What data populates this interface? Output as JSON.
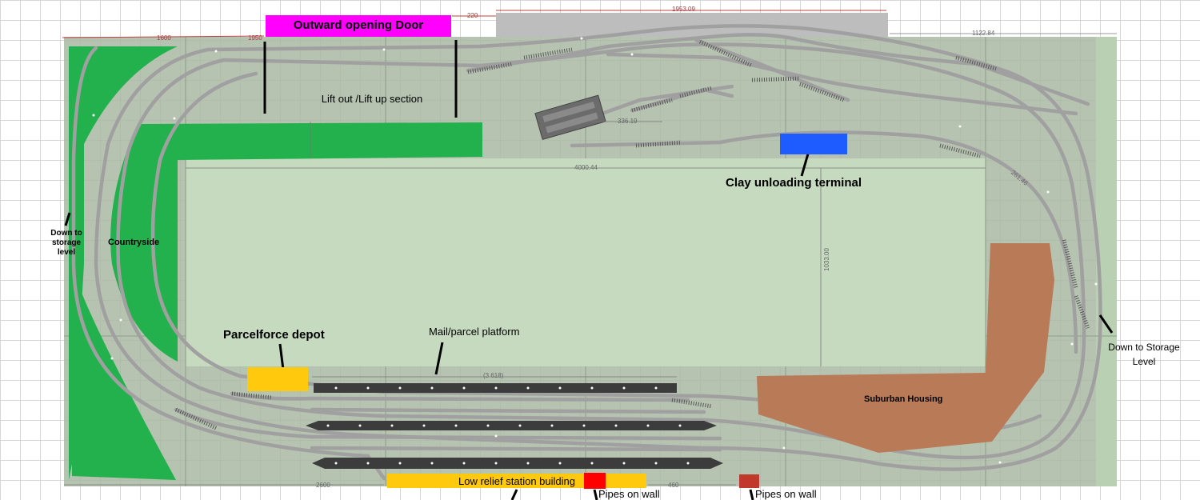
{
  "labels": {
    "door": "Outward opening Door",
    "lift": "Lift out /Lift up section",
    "clay": "Clay unloading terminal",
    "down_left": "Down to storage level",
    "countryside": "Countryside",
    "parcelforce": "Parcelforce depot",
    "mail": "Mail/parcel platform",
    "down_right": "Down to Storage Level",
    "suburban": "Suburban Housing",
    "station": "Low relief station building",
    "pipes1": "Pipes on wall",
    "pipes2": "Pipes on wall"
  },
  "dimensions": {
    "d_1953": "1953.09",
    "d_220": "220",
    "d_1122": "1122.84",
    "d_1600": "1600",
    "d_1950": "1950",
    "d_336": "336.19",
    "d_4000": "4000.44",
    "d_1033": "1033.00",
    "d_261": "261.46",
    "d_3618": "(3 618)",
    "d_2600": "2600",
    "d_460": "460"
  },
  "colors": {
    "board": "#a9b9a3",
    "board_light": "#c5dabe",
    "countryside": "#22b14c",
    "door": "#ff00ff",
    "clay": "#1f5cff",
    "depot": "#ffc90e",
    "housing": "#b97a57",
    "pipes": "#ff0000",
    "pipes2": "#c0392b",
    "track": "#9a9a9a",
    "platform": "#3c3c3c"
  }
}
